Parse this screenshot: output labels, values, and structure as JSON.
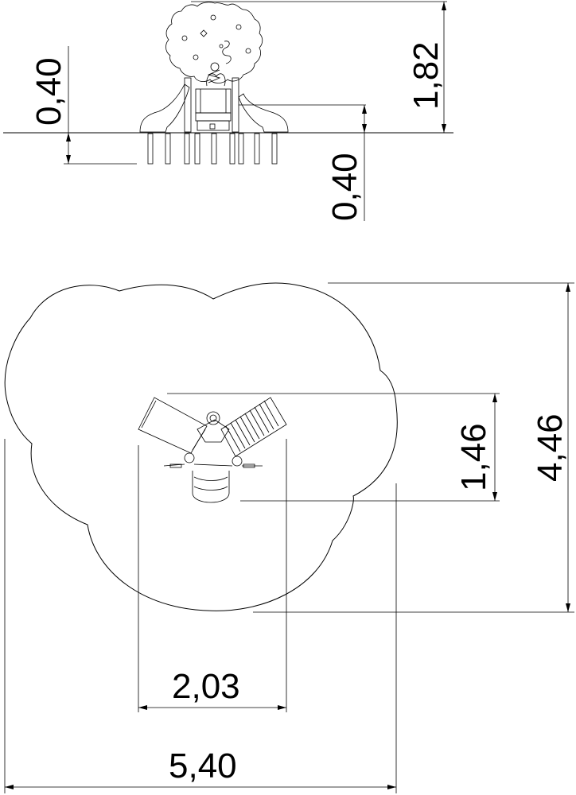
{
  "drawing": {
    "elevation": {
      "ground_depth_left": "0,40",
      "ground_depth_right": "0,40",
      "total_height": "1,82"
    },
    "plan": {
      "inner_depth": "1,46",
      "outer_depth": "4,46",
      "inner_width": "2,03",
      "outer_width": "5,40"
    }
  }
}
